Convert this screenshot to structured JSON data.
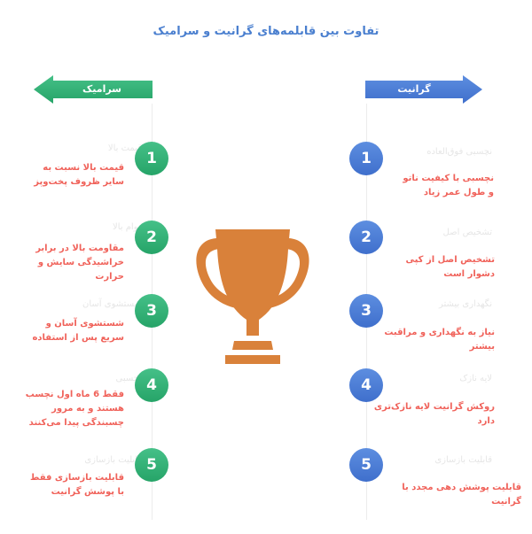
{
  "title": "تفاوت بین قابلمه‌های گرانیت و سرامیک",
  "colors": {
    "green": "#2fae72",
    "blue": "#4a7fd4",
    "red": "#f0625a",
    "trophy": "#d9813a"
  },
  "icons": {
    "center": "trophy-icon"
  },
  "left": {
    "header": "سرامیک",
    "items": [
      {
        "num": "1",
        "ghost": "قیمت بالا",
        "text": "قیمت بالا نسبت به سایر ظروف پخت‌وپز"
      },
      {
        "num": "2",
        "ghost": "دوام بالا",
        "text": "مقاومت بالا در برابر خراشیدگی سایش و حرارت"
      },
      {
        "num": "3",
        "ghost": "شستشوی آسان",
        "text": "شستشوی آسان و سریع پس از استفاده"
      },
      {
        "num": "4",
        "ghost": "نچسبی",
        "text": "فقط 6 ماه اول نچسب هستند و به مرور چسبندگی پیدا می‌کنند"
      },
      {
        "num": "5",
        "ghost": "قابلیت بازسازی",
        "text": "قابلیت بازسازی فقط با پوشش گرانیت"
      }
    ]
  },
  "right": {
    "header": "گرانیت",
    "items": [
      {
        "num": "1",
        "ghost": "نچسبی فوق‌العاده",
        "text": "نچسبی با کیفیت ناتو و طول عمر زیاد"
      },
      {
        "num": "2",
        "ghost": "تشخیص اصل",
        "text": "تشخیص اصل از کپی دشوار است"
      },
      {
        "num": "3",
        "ghost": "نگهداری بیشتر",
        "text": "نیاز به نگهداری و مراقبت بیشتر"
      },
      {
        "num": "4",
        "ghost": "لایه نازک",
        "text": "روکش گرانیت لایه نازک‌تری دارد"
      },
      {
        "num": "5",
        "ghost": "قابلیت بازسازی",
        "text": "قابلیت پوشش دهی مجدد با گرانیت"
      }
    ]
  }
}
